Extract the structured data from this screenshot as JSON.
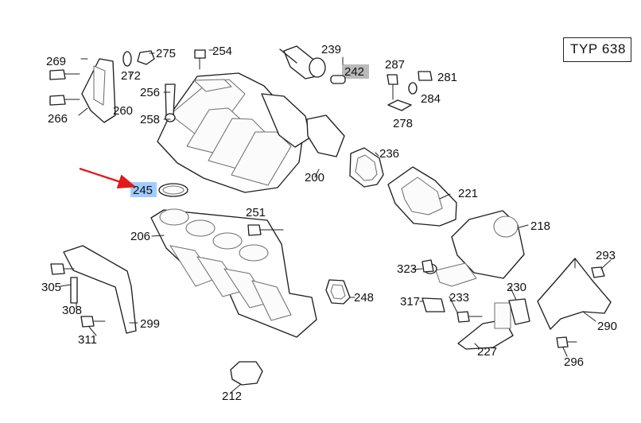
{
  "diagram": {
    "typ_label": "TYP 638",
    "callouts": {
      "269": "269",
      "272": "272",
      "275": "275",
      "254": "254",
      "239": "239",
      "242": "242",
      "287": "287",
      "281": "281",
      "284": "284",
      "266": "266",
      "260": "260",
      "256": "256",
      "258": "258",
      "278": "278",
      "236": "236",
      "200": "200",
      "245": "245",
      "221": "221",
      "251": "251",
      "218": "218",
      "206": "206",
      "293": "293",
      "323": "323",
      "305": "305",
      "230": "230",
      "317": "317",
      "233": "233",
      "248": "248",
      "308": "308",
      "299": "299",
      "290": "290",
      "311": "311",
      "227": "227",
      "296": "296",
      "212": "212"
    },
    "highlight_colors": {
      "primary": "#9cc9ff",
      "secondary": "#b6b6b6",
      "arrow": "#e01b1b"
    }
  }
}
